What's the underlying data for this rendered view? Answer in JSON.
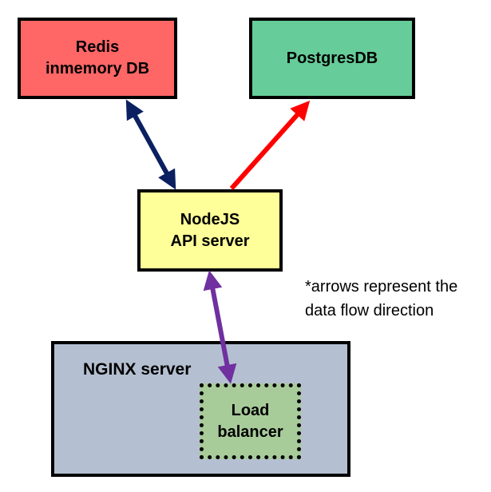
{
  "redis": {
    "line1": "Redis",
    "line2": "inmemory DB",
    "fill": "#ff6666"
  },
  "postgres": {
    "label": "PostgresDB",
    "fill": "#66cc99"
  },
  "nodejs": {
    "line1": "NodeJS",
    "line2": "API server",
    "fill": "#ffff99"
  },
  "nginx": {
    "label": "NGINX server",
    "fill": "#b4c0d1"
  },
  "load_balancer": {
    "line1": "Load",
    "line2": "balancer",
    "fill": "#a8cb9a"
  },
  "note": {
    "line1": "*arrows represent the",
    "line2": "data flow direction"
  },
  "colors": {
    "arrow_redis_nodejs": "#0b2060",
    "arrow_nodejs_postgres": "#ff0000",
    "arrow_nodejs_lb": "#7030a0"
  }
}
